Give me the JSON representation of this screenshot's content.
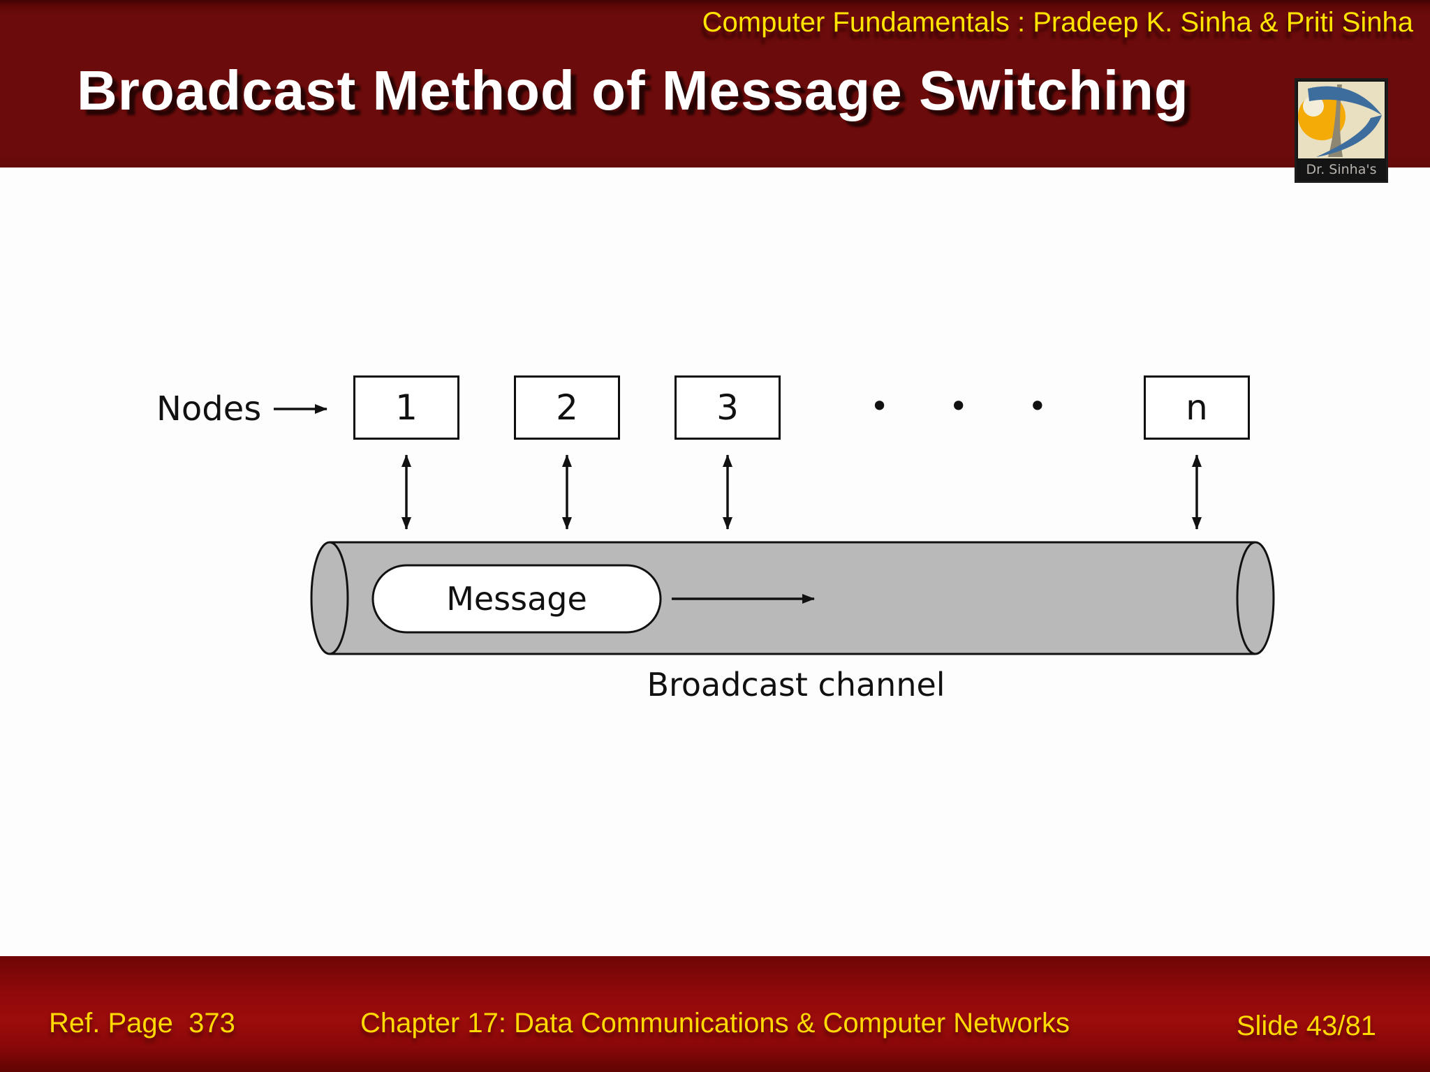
{
  "header": {
    "book_title": "Computer Fundamentals : Pradeep K. Sinha & Priti Sinha",
    "slide_title": "Broadcast Method of Message Switching",
    "logo_caption": "Dr. Sinha's"
  },
  "diagram": {
    "nodes_label": "Nodes",
    "nodes": [
      {
        "label": "1"
      },
      {
        "label": "2"
      },
      {
        "label": "3"
      },
      {
        "label": "n"
      }
    ],
    "ellipsis": "•••",
    "message_label": "Message",
    "channel_label": "Broadcast channel"
  },
  "footer": {
    "ref_page": "Ref. Page  373",
    "chapter": "Chapter 17: Data Communications & Computer Networks",
    "slide_number": "Slide 43/81"
  },
  "colors": {
    "header_maroon": "#6c0b0b",
    "footer_red": "#9c0c0c",
    "accent_yellow": "#ffe400",
    "footer_yellow": "#ffd900",
    "cylinder_gray": "#b9b9b9",
    "logo_orange": "#f5ab07",
    "logo_blue": "#3c6d9c",
    "logo_cream": "#e9e0c2"
  }
}
